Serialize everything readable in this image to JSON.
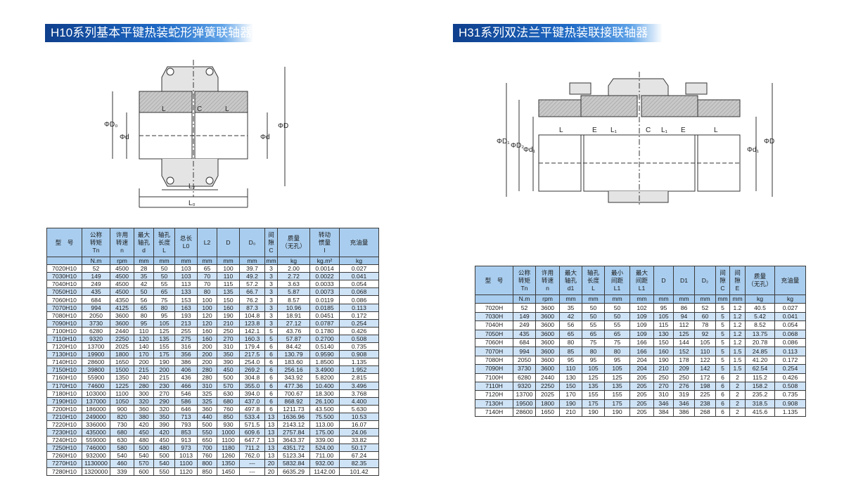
{
  "left": {
    "title": "H10系列基本平键热装蛇形弹簧联轴器",
    "drawing_labels": {
      "L": "L",
      "C": "C",
      "D0": "ΦD₀",
      "d": "Φd",
      "d2": "Φd",
      "D": "ΦD",
      "L2": "L₂",
      "L0": "L₀"
    },
    "headers": [
      [
        "型　号",
        "公称\n转矩\nTn",
        "许用\n转速\nn",
        "最大\n轴孔\nd",
        "轴孔\n长度\nL",
        "总长\nL0",
        "L2",
        "D",
        "D₀",
        "间\n隙\nC",
        "质量\n（无孔）",
        "转动\n惯量\nI",
        "充油量"
      ],
      [
        "",
        "N.m",
        "rpm",
        "mm",
        "mm",
        "mm",
        "mm",
        "mm",
        "mm",
        "mm",
        "kg",
        "kg.m²",
        "kg"
      ]
    ],
    "rows": [
      [
        "7020H10",
        "52",
        "4500",
        "28",
        "50",
        "103",
        "65",
        "100",
        "39.7",
        "3",
        "2.00",
        "0.0014",
        "0.027"
      ],
      [
        "7030H10",
        "149",
        "4500",
        "35",
        "50",
        "103",
        "70",
        "110",
        "49.2",
        "3",
        "2.72",
        "0.0022",
        "0.041"
      ],
      [
        "7040H10",
        "249",
        "4500",
        "42",
        "55",
        "113",
        "70",
        "115",
        "57.2",
        "3",
        "3.63",
        "0.0033",
        "0.054"
      ],
      [
        "7050H10",
        "435",
        "4500",
        "50",
        "65",
        "133",
        "80",
        "135",
        "66.7",
        "3",
        "5.87",
        "0.0073",
        "0.068"
      ],
      [
        "7060H10",
        "684",
        "4350",
        "56",
        "75",
        "153",
        "100",
        "150",
        "76.2",
        "3",
        "8.57",
        "0.0119",
        "0.086"
      ],
      [
        "7070H10",
        "994",
        "4125",
        "65",
        "80",
        "163",
        "100",
        "160",
        "87.3",
        "3",
        "10.96",
        "0.0185",
        "0.113"
      ],
      [
        "7080H10",
        "2050",
        "3600",
        "80",
        "95",
        "193",
        "120",
        "190",
        "104.8",
        "3",
        "18.91",
        "0.0451",
        "0.172"
      ],
      [
        "7090H10",
        "3730",
        "3600",
        "95",
        "105",
        "213",
        "120",
        "210",
        "123.8",
        "3",
        "27.12",
        "0.0787",
        "0.254"
      ],
      [
        "7100H10",
        "6280",
        "2440",
        "110",
        "125",
        "255",
        "160",
        "250",
        "142.1",
        "5",
        "43.76",
        "0.1780",
        "0.426"
      ],
      [
        "7110H10",
        "9320",
        "2250",
        "120",
        "135",
        "275",
        "160",
        "270",
        "160.3",
        "5",
        "57.87",
        "0.2700",
        "0.508"
      ],
      [
        "7120H10",
        "13700",
        "2025",
        "140",
        "155",
        "316",
        "200",
        "310",
        "179.4",
        "6",
        "84.42",
        "0.5140",
        "0.735"
      ],
      [
        "7130H10",
        "19900",
        "1800",
        "170",
        "175",
        "356",
        "200",
        "350",
        "217.5",
        "6",
        "130.79",
        "0.9590",
        "0.908"
      ],
      [
        "7140H10",
        "28600",
        "1650",
        "200",
        "190",
        "386",
        "200",
        "390",
        "254.0",
        "6",
        "183.60",
        "1.8500",
        "1.135"
      ],
      [
        "7150H10",
        "39800",
        "1500",
        "215",
        "200",
        "406",
        "280",
        "450",
        "269.2",
        "6",
        "256.16",
        "3.4900",
        "1.952"
      ],
      [
        "7160H10",
        "55900",
        "1350",
        "240",
        "215",
        "436",
        "280",
        "500",
        "304.8",
        "6",
        "343.92",
        "5.8200",
        "2.815"
      ],
      [
        "7170H10",
        "74600",
        "1225",
        "280",
        "230",
        "466",
        "310",
        "570",
        "355.0",
        "6",
        "477.36",
        "10.400",
        "3.496"
      ],
      [
        "7180H10",
        "103000",
        "1100",
        "300",
        "270",
        "546",
        "325",
        "630",
        "394.0",
        "6",
        "700.67",
        "18.300",
        "3.768"
      ],
      [
        "7190H10",
        "137000",
        "1050",
        "320",
        "290",
        "586",
        "325",
        "680",
        "437.0",
        "6",
        "868.92",
        "26.100",
        "4.400"
      ],
      [
        "7200H10",
        "186000",
        "900",
        "360",
        "320",
        "646",
        "360",
        "760",
        "497.8",
        "6",
        "1211.73",
        "43.500",
        "5.630"
      ],
      [
        "7210H10",
        "249000",
        "820",
        "380",
        "350",
        "713",
        "440",
        "850",
        "533.4",
        "13",
        "1636.96",
        "75.500",
        "10.53"
      ],
      [
        "7220H10",
        "336000",
        "730",
        "420",
        "390",
        "793",
        "500",
        "930",
        "571.5",
        "13",
        "2143.12",
        "113.00",
        "16.07"
      ],
      [
        "7230H10",
        "435000",
        "680",
        "450",
        "420",
        "853",
        "550",
        "1000",
        "609.6",
        "13",
        "2757.84",
        "175.00",
        "24.06"
      ],
      [
        "7240H10",
        "559000",
        "630",
        "480",
        "450",
        "913",
        "650",
        "1100",
        "647.7",
        "13",
        "3643.37",
        "339.00",
        "33.82"
      ],
      [
        "7250H10",
        "746000",
        "580",
        "500",
        "480",
        "973",
        "700",
        "1180",
        "711.2",
        "13",
        "4351.72",
        "524.00",
        "50.17"
      ],
      [
        "7260H10",
        "932000",
        "540",
        "540",
        "500",
        "1013",
        "760",
        "1260",
        "762.0",
        "13",
        "5123.34",
        "711.00",
        "67.24"
      ],
      [
        "7270H10",
        "1130000",
        "460",
        "570",
        "540",
        "1100",
        "800",
        "1350",
        "---",
        "20",
        "5832.84",
        "932.00",
        "82.35"
      ],
      [
        "7280H10",
        "1320000",
        "339",
        "600",
        "550",
        "1120",
        "850",
        "1450",
        "---",
        "20",
        "6635.29",
        "1142.00",
        "101.42"
      ]
    ]
  },
  "right": {
    "title": "H31系列双法兰平键热装联接联轴器",
    "drawing_labels": {
      "L": "L",
      "E": "E",
      "L1": "L₁",
      "C": "C",
      "D1": "ΦD₁",
      "D2": "ΦD₂",
      "d1": "Φd₁",
      "d1b": "Φd₁",
      "D": "ΦD"
    },
    "headers": [
      [
        "型　号",
        "公称\n转矩\nTn",
        "许用\n转速\nn",
        "最大\n轴孔\nd1",
        "轴孔\n长度\nL",
        "最小\n间距\nL1",
        "最大\n间距\nL1",
        "D",
        "D1",
        "D₂",
        "间\n隙\nC",
        "间\n隙\nE",
        "质量\n（无孔）",
        "充油量"
      ],
      [
        "",
        "N.m",
        "rpm",
        "mm",
        "mm",
        "mm",
        "mm",
        "mm",
        "mm",
        "mm",
        "mm",
        "mm",
        "kg",
        "kg"
      ]
    ],
    "rows": [
      [
        "7020H",
        "52",
        "3600",
        "35",
        "50",
        "50",
        "102",
        "95",
        "86",
        "52",
        "5",
        "1.2",
        "40.5",
        "0.027"
      ],
      [
        "7030H",
        "149",
        "3600",
        "42",
        "50",
        "50",
        "109",
        "105",
        "94",
        "60",
        "5",
        "1.2",
        "5.42",
        "0.041"
      ],
      [
        "7040H",
        "249",
        "3600",
        "56",
        "55",
        "55",
        "109",
        "115",
        "112",
        "78",
        "5",
        "1.2",
        "8.52",
        "0.054"
      ],
      [
        "7050H",
        "435",
        "3600",
        "65",
        "65",
        "65",
        "109",
        "130",
        "125",
        "92",
        "5",
        "1.2",
        "13.75",
        "0.068"
      ],
      [
        "7060H",
        "684",
        "3600",
        "80",
        "75",
        "75",
        "166",
        "150",
        "144",
        "105",
        "5",
        "1.2",
        "20.78",
        "0.086"
      ],
      [
        "7070H",
        "994",
        "3600",
        "85",
        "80",
        "80",
        "166",
        "160",
        "152",
        "110",
        "5",
        "1.5",
        "24.85",
        "0.113"
      ],
      [
        "7080H",
        "2050",
        "3600",
        "95",
        "95",
        "95",
        "204",
        "190",
        "178",
        "122",
        "5",
        "1.5",
        "41.20",
        "0.172"
      ],
      [
        "7090H",
        "3730",
        "3600",
        "110",
        "105",
        "105",
        "204",
        "210",
        "209",
        "142",
        "5",
        "1.5",
        "62.54",
        "0.254"
      ],
      [
        "7100H",
        "6280",
        "2440",
        "130",
        "125",
        "125",
        "205",
        "250",
        "250",
        "172",
        "6",
        "2",
        "115.2",
        "0.426"
      ],
      [
        "7110H",
        "9320",
        "2250",
        "150",
        "135",
        "135",
        "205",
        "270",
        "276",
        "198",
        "6",
        "2",
        "158.2",
        "0.508"
      ],
      [
        "7120H",
        "13700",
        "2025",
        "170",
        "155",
        "155",
        "205",
        "310",
        "319",
        "225",
        "6",
        "2",
        "235.2",
        "0.735"
      ],
      [
        "7130H",
        "19500",
        "1800",
        "190",
        "175",
        "175",
        "205",
        "346",
        "346",
        "238",
        "6",
        "2",
        "318.5",
        "0.908"
      ],
      [
        "7140H",
        "28600",
        "1650",
        "210",
        "190",
        "190",
        "205",
        "384",
        "386",
        "268",
        "6",
        "2",
        "415.6",
        "1.135"
      ]
    ]
  },
  "colors": {
    "title_bar_dark": "#0f3f8c",
    "title_bar_mid": "#1d68c4",
    "header_fill": "#a9cdee",
    "stripe_fill": "#cfe3f6",
    "body_hatch": "#b0b0b0"
  }
}
